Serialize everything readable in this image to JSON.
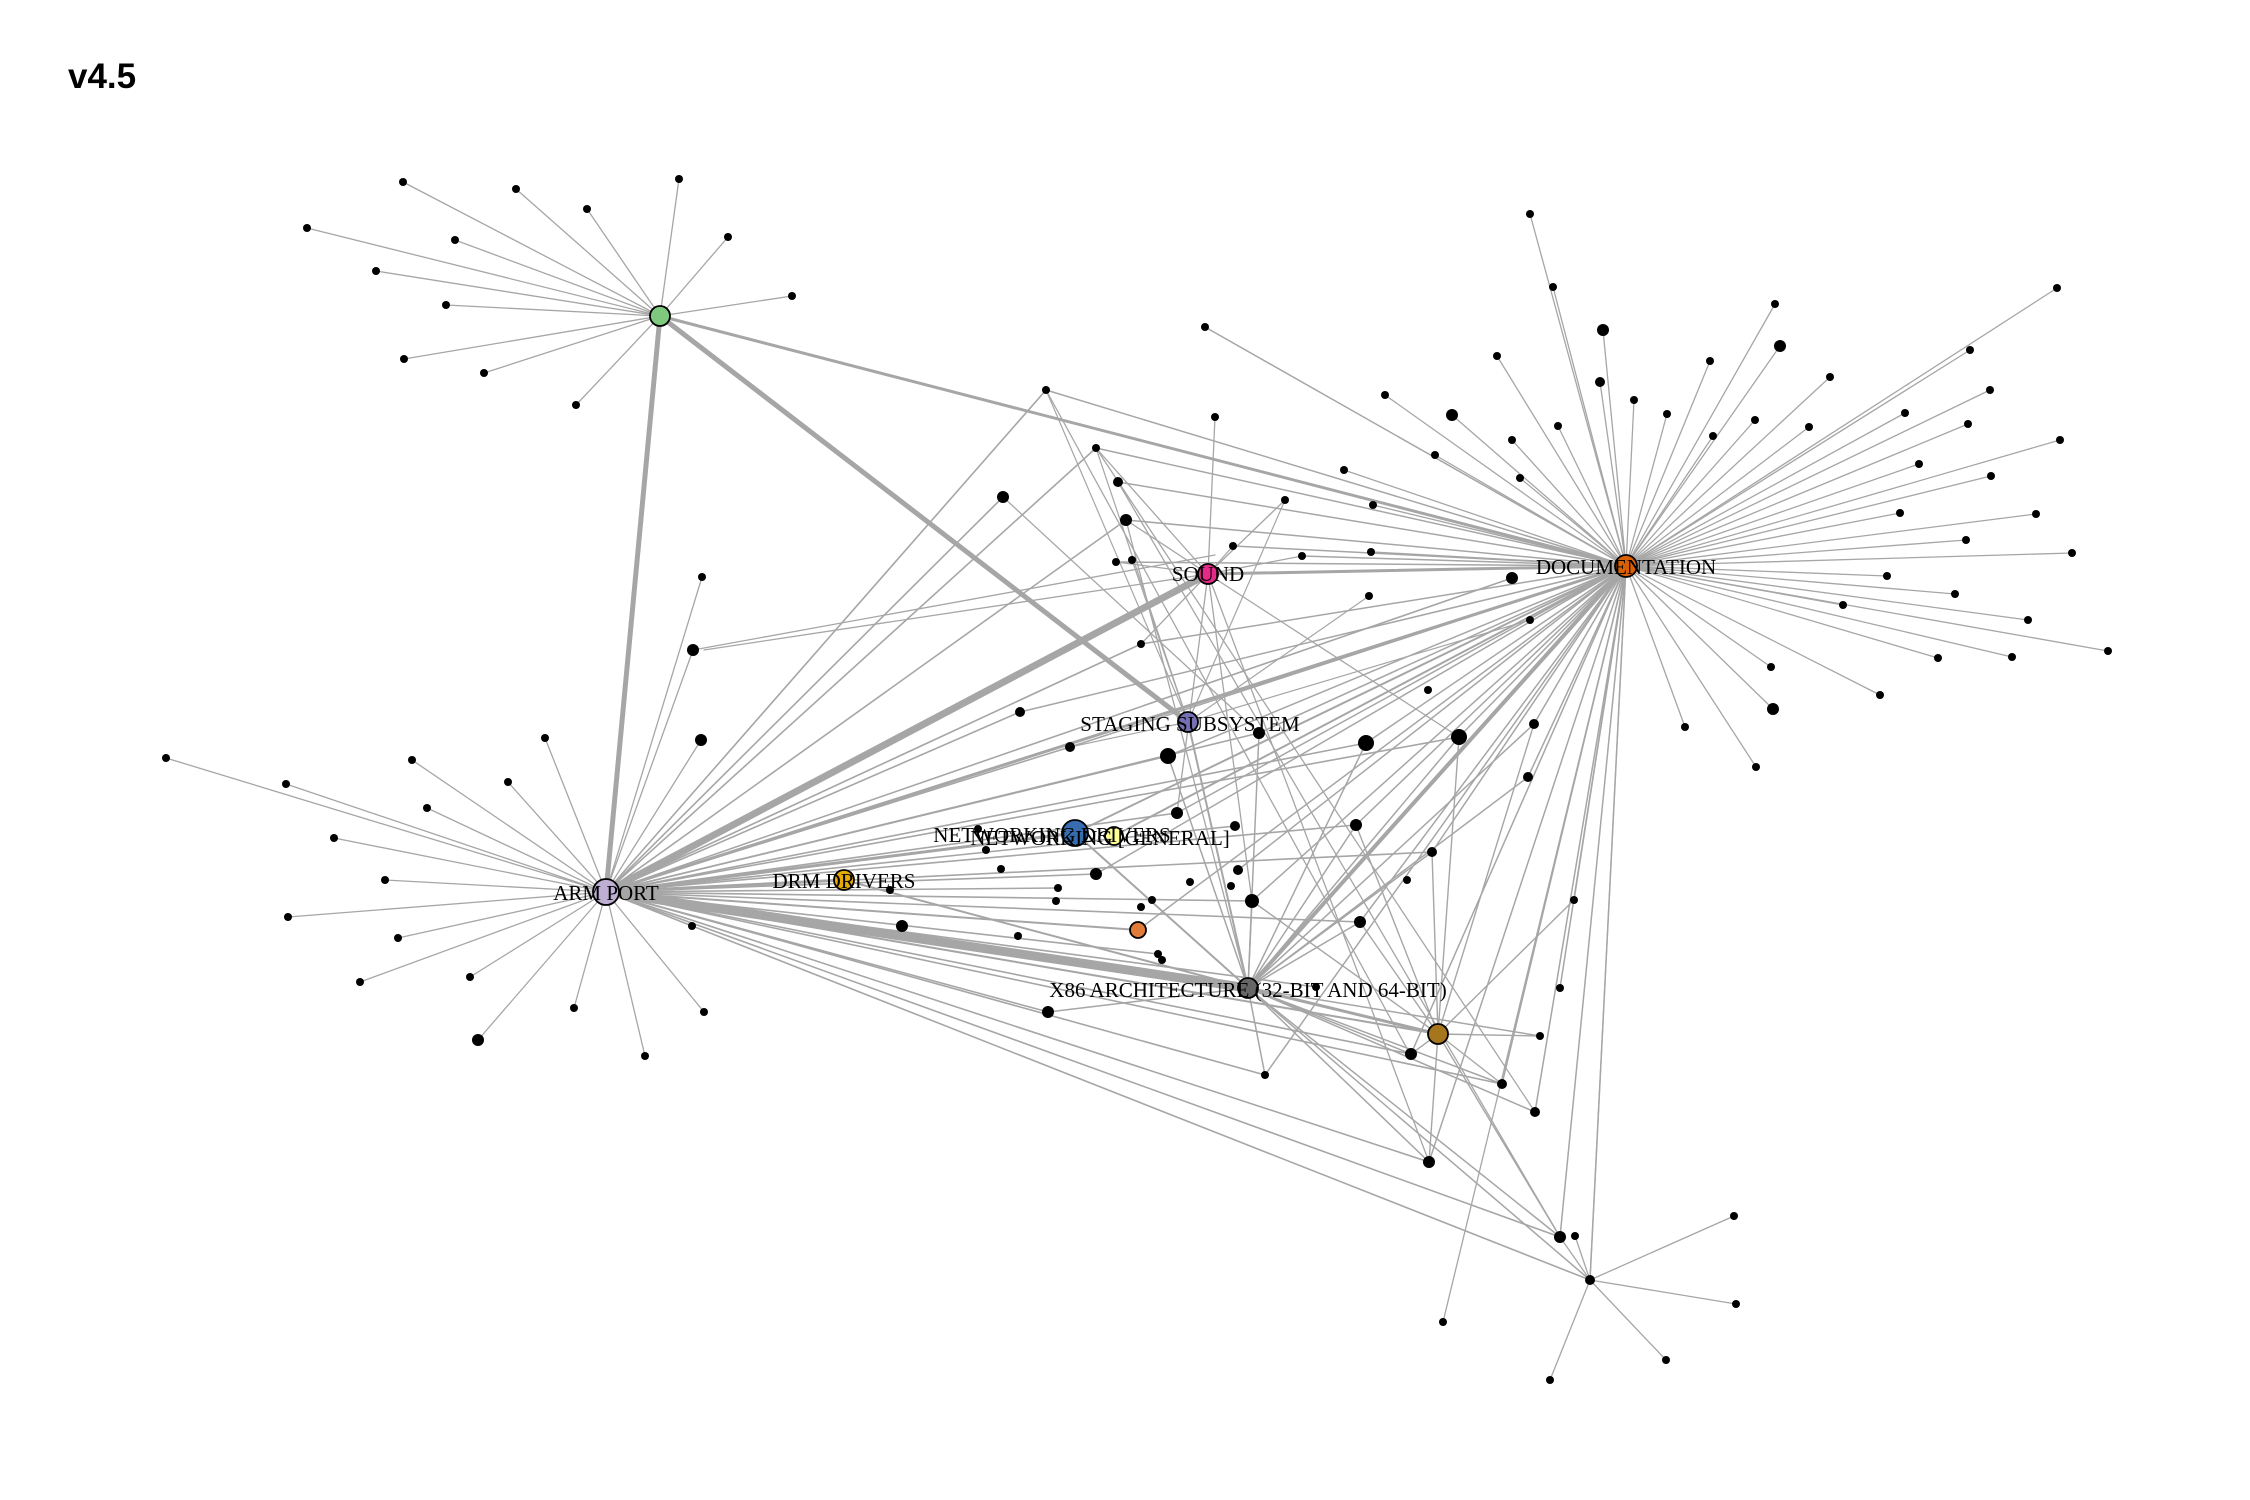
{
  "title": "v4.5",
  "colors": {
    "edge": "#a6a6a6",
    "leaf": "#000000",
    "node_stroke": "#000000"
  },
  "hubs": [
    {
      "id": "green",
      "label": "",
      "color": "#7fc97f"
    },
    {
      "id": "sound",
      "label": "SOUND",
      "color": "#e7298a"
    },
    {
      "id": "doc",
      "label": "DOCUMENTATION",
      "color": "#d95f02"
    },
    {
      "id": "staging",
      "label": "STAGING SUBSYSTEM",
      "color": "#7570b3"
    },
    {
      "id": "netdrv",
      "label": "NETWORKING DRIVERS",
      "color": "#386cb0"
    },
    {
      "id": "netgen",
      "label": "NETWORKING [GENERAL]",
      "color": "#ffff99"
    },
    {
      "id": "drm",
      "label": "DRM DRIVERS",
      "color": "#e6ab02"
    },
    {
      "id": "arm",
      "label": "ARM PORT",
      "color": "#beaed4"
    },
    {
      "id": "x86",
      "label": "X86 ARCHITECTURE (32-BIT AND 64-BIT)",
      "color": "#666666"
    },
    {
      "id": "gold",
      "label": "",
      "color": "#a6761d"
    },
    {
      "id": "orange",
      "label": "",
      "color": "#e07b39"
    }
  ]
}
